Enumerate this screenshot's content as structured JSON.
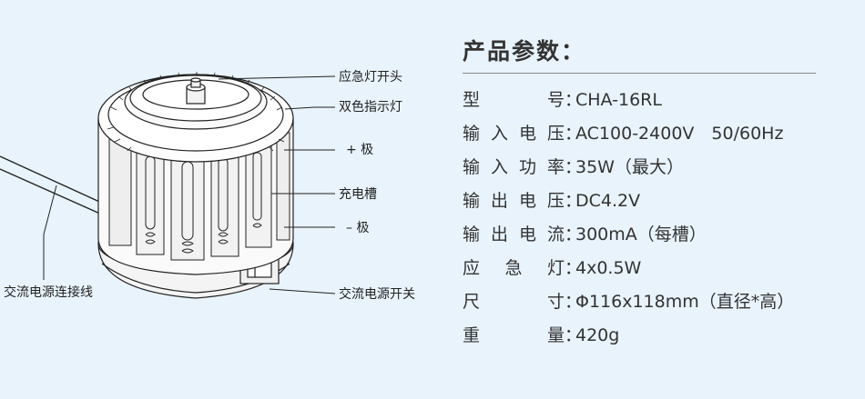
{
  "diagram": {
    "callouts": {
      "emergency_switch": "应急灯开头",
      "dual_indicator": "双色指示灯",
      "positive": "+ 极",
      "slot": "充电槽",
      "negative": "– 极",
      "ac_cable": "交流电源连接线",
      "ac_switch": "交流电源开关"
    },
    "line_color": "#222222"
  },
  "specs": {
    "title": "产品参数：",
    "rows": [
      {
        "label": "型　　号",
        "value": "CHA-16RL"
      },
      {
        "label": "输入电压",
        "value": "AC100-2400V　50/60Hz"
      },
      {
        "label": "输入功率",
        "value": "35W（最大）"
      },
      {
        "label": "输出电压",
        "value": "DC4.2V"
      },
      {
        "label": "输出电流",
        "value": "300mA（每槽）"
      },
      {
        "label": "应 急 灯",
        "value": "4x0.5W"
      },
      {
        "label": "尺　　寸",
        "value": "Φ116x118mm（直径*高）"
      },
      {
        "label": "重　　量",
        "value": "420g"
      }
    ]
  },
  "colors": {
    "background": "#e8f3fb",
    "text": "#333333",
    "rule": "#8a8a8a"
  }
}
